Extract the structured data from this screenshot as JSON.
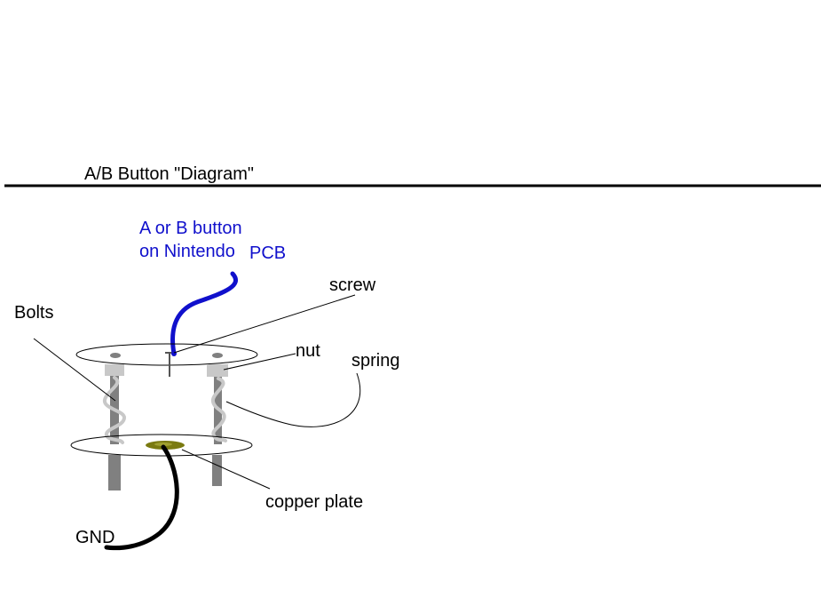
{
  "title": "A/B Button \"Diagram\"",
  "labels": {
    "pcb_line1": "A or B button",
    "pcb_line2_a": "on Nintendo",
    "pcb_line2_b": "PCB",
    "bolts": "Bolts",
    "screw": "screw",
    "nut": "nut",
    "spring": "spring",
    "copper_plate": "copper plate",
    "gnd": "GND"
  },
  "colors": {
    "signal_wire": "#1010cc",
    "ground_wire": "#000000",
    "bolt": "#808080",
    "spring": "#c8c8c8",
    "copper": "#7a7a10"
  }
}
